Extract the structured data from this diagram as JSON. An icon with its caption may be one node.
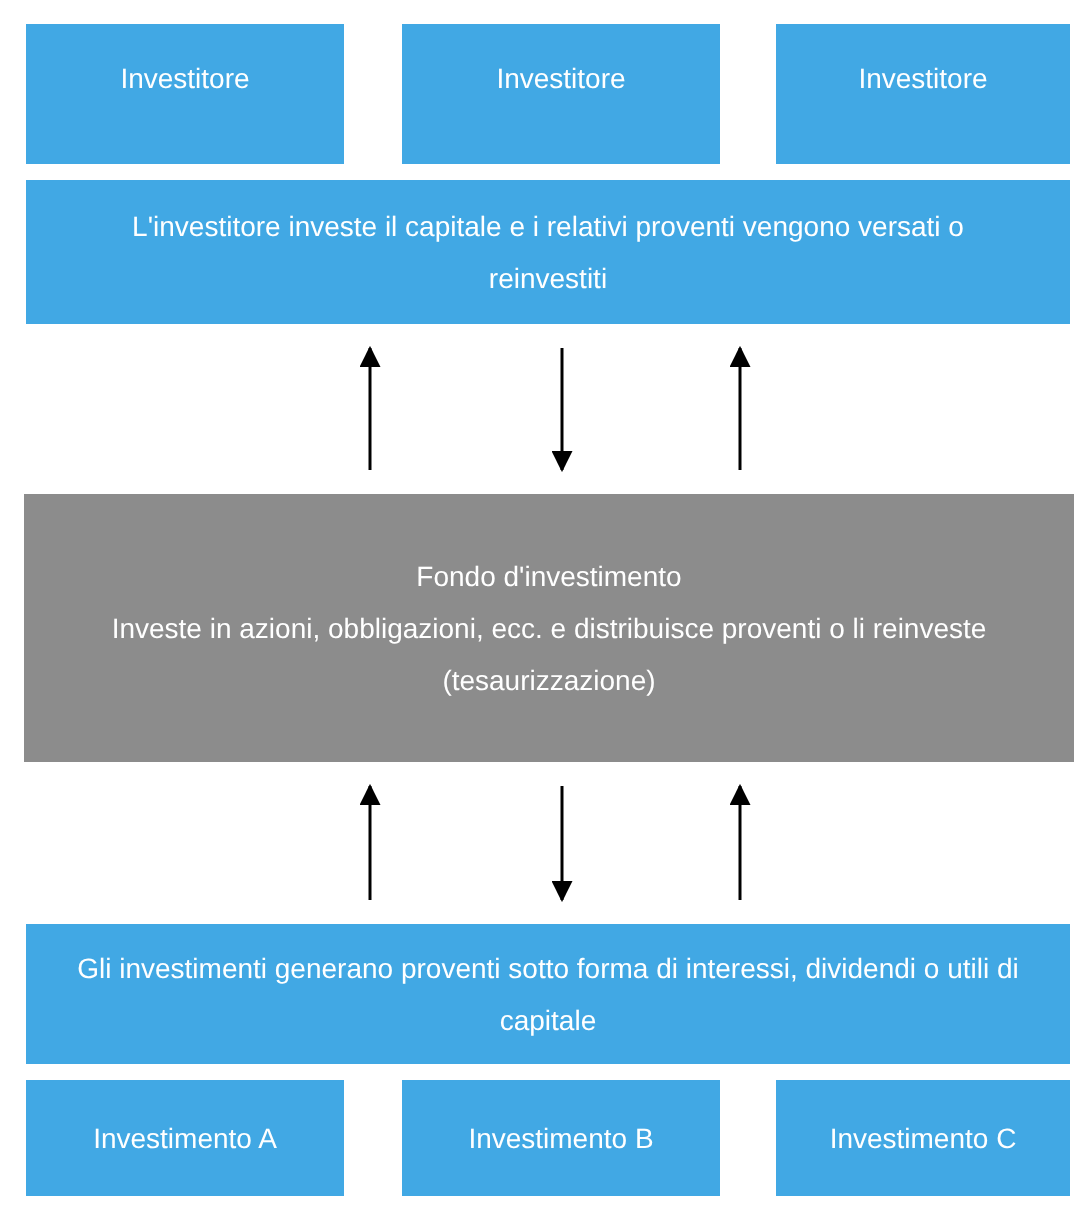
{
  "diagram": {
    "nodes": [
      {
        "text": [
          "Investitore"
        ]
      },
      {
        "text": [
          "Investitore"
        ]
      },
      {
        "text": [
          "Investitore"
        ]
      },
      {
        "text": [
          "L'investitore investe il capitale e i relativi proventi vengono versati o reinvestiti"
        ]
      },
      {
        "text": [
          "Fondo d'investimento",
          "Investe in azioni, obbligazioni, ecc. e distribuisce proventi o li reinveste (tesaurizzazione)"
        ]
      },
      {
        "text": [
          "Gli investimenti generano proventi sotto forma di interessi, dividendi o utili di capitale"
        ]
      },
      {
        "text": [
          "Investimento A"
        ]
      },
      {
        "text": [
          "Investimento B"
        ]
      },
      {
        "text": [
          "Investimento C"
        ]
      }
    ],
    "edges": [
      {
        "from": 4,
        "to": 3,
        "arrow": "to"
      },
      {
        "from": 3,
        "to": 4,
        "arrow": "to"
      },
      {
        "from": 4,
        "to": 3,
        "arrow": "to"
      },
      {
        "from": 5,
        "to": 4,
        "arrow": "to"
      },
      {
        "from": 4,
        "to": 5,
        "arrow": "to"
      },
      {
        "from": 5,
        "to": 4,
        "arrow": "to"
      }
    ]
  }
}
